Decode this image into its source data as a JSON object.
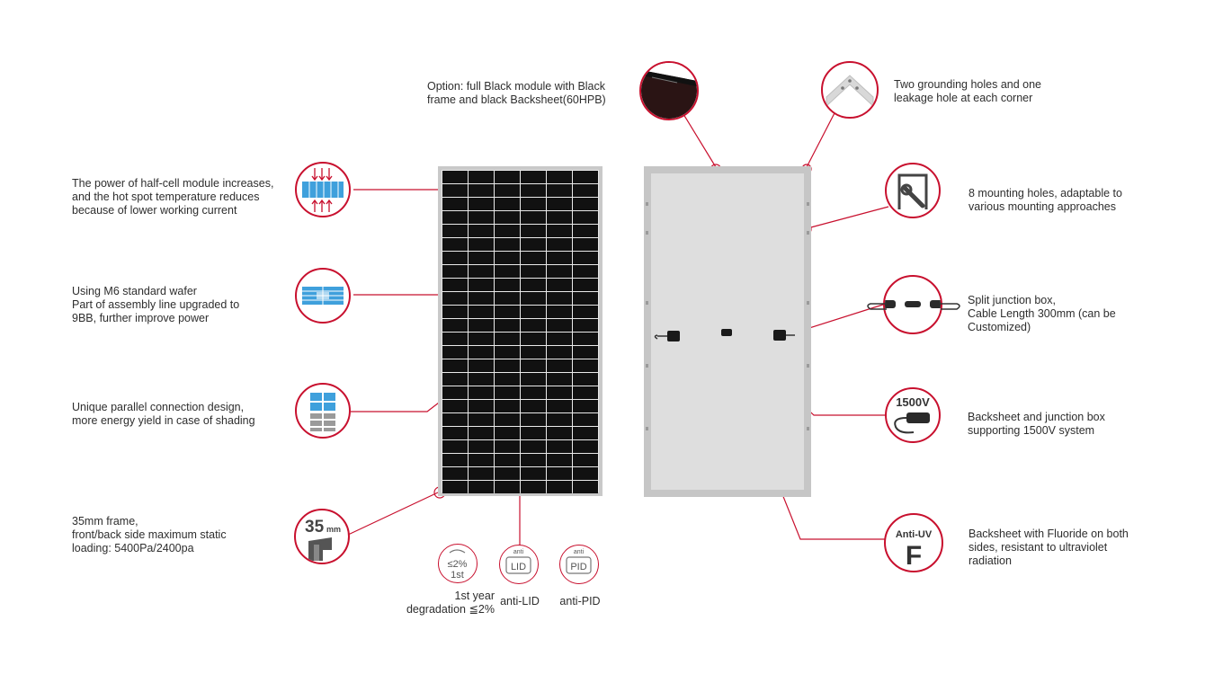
{
  "callouts_left": [
    {
      "id": "half-cell",
      "lines": [
        "The power of half-cell module increases,",
        "and the hot spot temperature reduces",
        "because of lower working current"
      ]
    },
    {
      "id": "m6-wafer",
      "lines": [
        "Using M6 standard wafer",
        "Part of assembly line upgraded to",
        "9BB, further improve power"
      ]
    },
    {
      "id": "parallel",
      "lines": [
        "Unique parallel connection design,",
        "more energy yield in case of shading"
      ]
    },
    {
      "id": "frame",
      "lines": [
        "35mm frame,",
        "front/back side maximum static",
        "loading: 5400Pa/2400pa"
      ]
    }
  ],
  "callouts_right": [
    {
      "id": "black-module",
      "lines": [
        "Option: full Black module with Black",
        "frame and black Backsheet(60HPB)"
      ]
    },
    {
      "id": "grounding",
      "lines": [
        "Two grounding holes and one",
        "leakage hole at each corner"
      ]
    },
    {
      "id": "mounting",
      "lines": [
        "8 mounting holes, adaptable to",
        "various mounting approaches"
      ]
    },
    {
      "id": "junction",
      "lines": [
        "Split junction box,",
        "Cable Length 300mm (can be",
        "Customized)"
      ]
    },
    {
      "id": "1500v",
      "lines": [
        "Backsheet and junction box",
        "supporting 1500V system"
      ]
    },
    {
      "id": "fluoride",
      "lines": [
        "Backsheet with Fluoride on both",
        "sides, resistant to ultraviolet",
        "radiation"
      ]
    }
  ],
  "bottom_features": [
    {
      "id": "degradation",
      "icon_text": [
        "≤2%",
        "1st"
      ],
      "caption": [
        "1st year",
        "degradation ≦2%"
      ]
    },
    {
      "id": "lid",
      "icon_top": "anti",
      "icon_text": "LID",
      "caption": [
        "anti-LID"
      ]
    },
    {
      "id": "pid",
      "icon_top": "anti",
      "icon_text": "PID",
      "caption": [
        "anti-PID"
      ]
    }
  ],
  "badges": {
    "frame": {
      "number": "35",
      "unit": "mm"
    },
    "voltage": "1500V",
    "antiuv": {
      "top": "Anti-UV",
      "letter": "F"
    }
  },
  "colors": {
    "accent": "#c8102e",
    "cell": "#111111",
    "frame": "#c9c9c9",
    "backsheet": "#dcdcdc"
  }
}
